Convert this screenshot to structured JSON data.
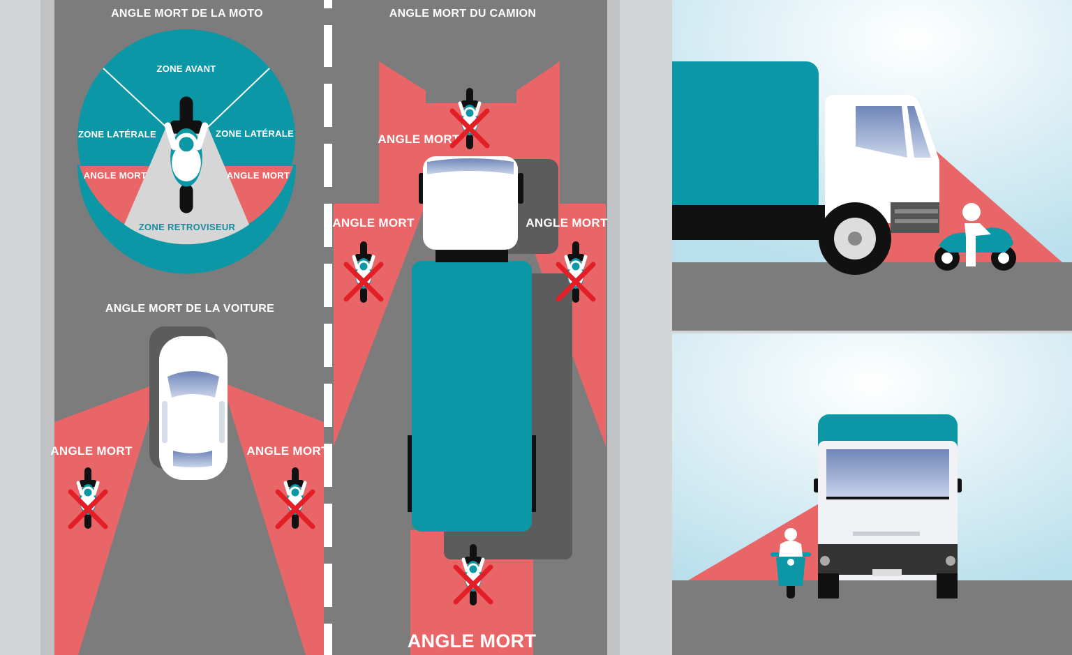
{
  "colors": {
    "road": "#7b7b7b",
    "curb": "#c8cacc",
    "blind_spot": "#e96668",
    "teal": "#0c97a6",
    "white": "#ffffff",
    "shadow": "#5c5c5c",
    "sky": "#c4e3ee",
    "cross": "#e21f26"
  },
  "moto_section": {
    "title": "ANGLE MORT DE LA MOTO",
    "zone_front": "ZONE AVANT",
    "zone_side_left": "ZONE LATÉRALE",
    "zone_side_right": "ZONE LATÉRALE",
    "blind_left": "ANGLE MORT",
    "blind_right": "ANGLE MORT",
    "zone_mirror": "ZONE RETROVISEUR"
  },
  "car_section": {
    "title": "ANGLE MORT DE LA VOITURE",
    "blind_left": "ANGLE MORT",
    "blind_right": "ANGLE MORT"
  },
  "truck_section": {
    "title": "ANGLE MORT DU CAMION",
    "blind_front": "ANGLE MORT",
    "blind_left": "ANGLE MORT",
    "blind_right": "ANGLE MORT",
    "blind_rear": "ANGLE MORT"
  },
  "icons": [
    "motorcycle-icon",
    "car-icon",
    "truck-icon",
    "cross-icon"
  ]
}
